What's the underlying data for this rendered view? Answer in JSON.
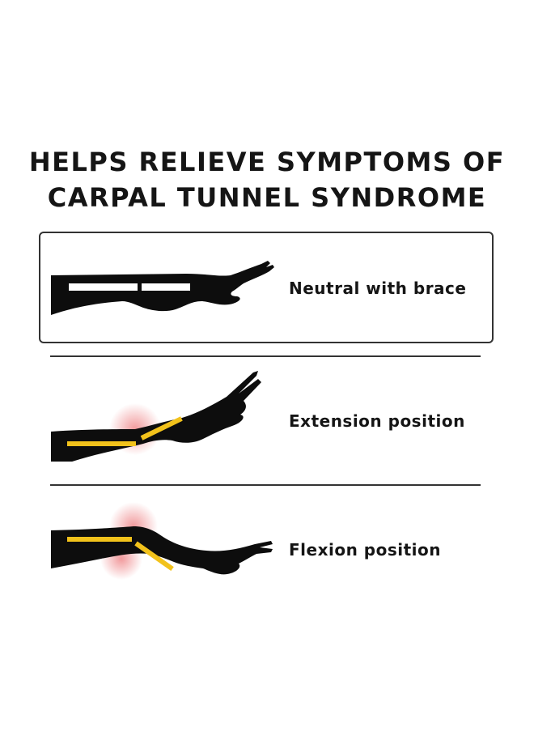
{
  "headline": {
    "line1": "HELPS RELIEVE SYMPTOMS OF",
    "line2": "CARPAL TUNNEL SYNDROME"
  },
  "positions": [
    {
      "label": "Neutral with brace",
      "splint_color": "#ffffff",
      "inflammation": false
    },
    {
      "label": "Extension position",
      "splint_color": "#f2c21b",
      "inflammation": true
    },
    {
      "label": "Flexion position",
      "splint_color": "#f2c21b",
      "inflammation": true
    }
  ],
  "colors": {
    "arm": "#0d0d0d",
    "inflammation": "#e8565a",
    "frame": "#333333"
  }
}
